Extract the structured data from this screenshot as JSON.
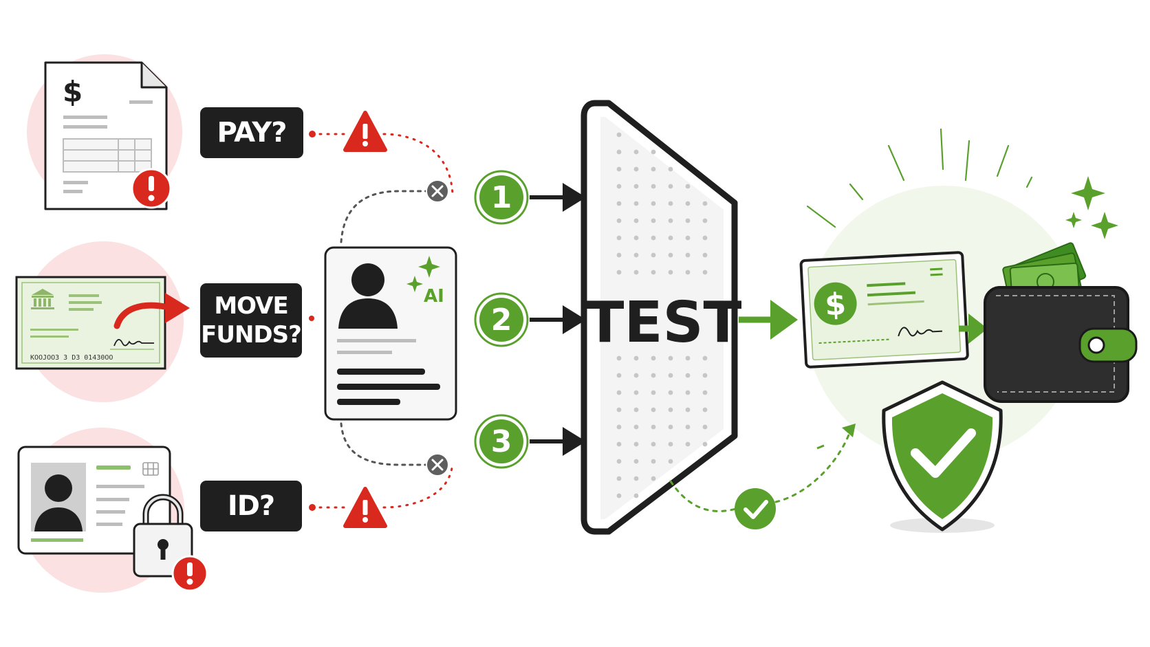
{
  "labels": {
    "pay": "PAY?",
    "move_line1": "MOVE",
    "move_line2": "FUNDS?",
    "id": "ID?"
  },
  "ai_badge": "AI",
  "steps": [
    "1",
    "2",
    "3"
  ],
  "gate_label": "TEST",
  "invoice_symbol": "$",
  "check_symbol": "$",
  "check_account_line": "KOOJOO3 3 D3 01430OO",
  "colors": {
    "green": "#5aa02c",
    "red": "#d9281e",
    "dark": "#1f1f1f",
    "pink": "#fbe1e1",
    "check_green": "#e9f3e0"
  },
  "icons": [
    "invoice-icon",
    "bank-check-icon",
    "id-card-icon",
    "padlock-icon",
    "warning-icon",
    "ai-profile-card-icon",
    "test-gate-icon",
    "verified-check-icon",
    "wallet-icon",
    "shield-check-icon"
  ]
}
